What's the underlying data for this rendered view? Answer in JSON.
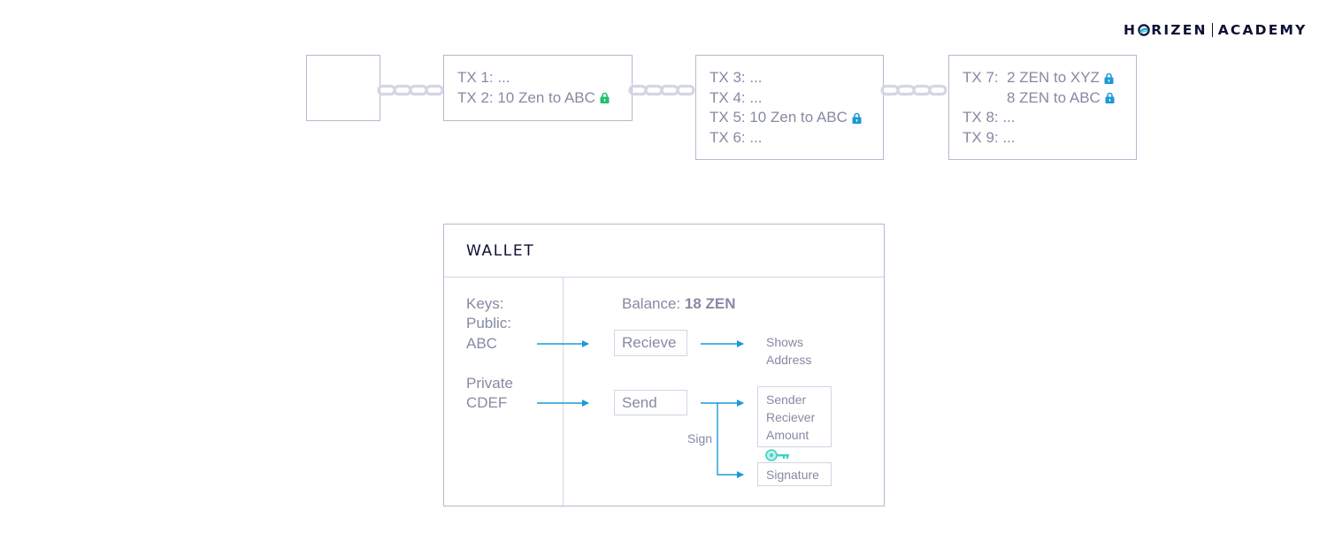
{
  "logo": {
    "prefix": "H",
    "suffix": "RIZEN",
    "academy": "ACADEMY"
  },
  "colors": {
    "box_border": "#b6b9cf",
    "text": "#868aa3",
    "dark": "#0e1033",
    "arrow": "#1a9ad6",
    "lock_green": "#1fc26f",
    "lock_blue": "#1a9ad6",
    "key": "#3fd3c6"
  },
  "blocks": [
    {
      "lines": []
    },
    {
      "lines": [
        {
          "text": "TX 1: ...",
          "lock": null
        },
        {
          "text": "TX 2: 10 Zen to ABC",
          "lock": "green"
        }
      ]
    },
    {
      "lines": [
        {
          "text": "TX 3: ...",
          "lock": null
        },
        {
          "text": "TX 4: ...",
          "lock": null
        },
        {
          "text": "TX 5: 10 Zen to ABC",
          "lock": "blue"
        },
        {
          "text": "TX 6: ...",
          "lock": null
        }
      ]
    },
    {
      "lines": [
        {
          "text": "TX 7:  2 ZEN to XYZ",
          "lock": "blue"
        },
        {
          "text": "8 ZEN to ABC",
          "lock": "blue"
        },
        {
          "text": "TX 8: ...",
          "lock": null
        },
        {
          "text": "TX 9: ...",
          "lock": null
        }
      ]
    }
  ],
  "wallet": {
    "title": "WALLET",
    "keys_label": "Keys:",
    "public_label": "Public:",
    "public_value": "ABC",
    "private_label": "Private",
    "private_value": "CDEF",
    "balance_label": "Balance:",
    "balance_value": "18 ZEN",
    "receive_button": "Recieve",
    "send_button": "Send",
    "shows_address": [
      "Shows",
      "Address"
    ],
    "tx_fields": [
      "Sender",
      "Reciever",
      "Amount"
    ],
    "sign_label": "Sign",
    "signature_label": "Signature"
  }
}
